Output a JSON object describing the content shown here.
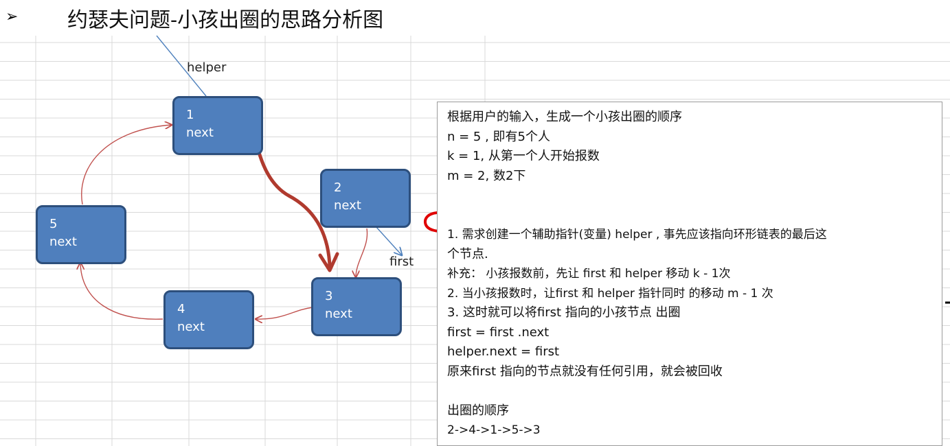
{
  "heading": {
    "bullet": "➢",
    "title": "约瑟夫问题-小孩出圈的思路分析图"
  },
  "nodes": [
    {
      "id": "1",
      "next": "next"
    },
    {
      "id": "2",
      "next": "next"
    },
    {
      "id": "3",
      "next": "next"
    },
    {
      "id": "4",
      "next": "next"
    },
    {
      "id": "5",
      "next": "next"
    }
  ],
  "pointers": {
    "helper": "helper",
    "first": "first"
  },
  "notes": {
    "lines": [
      "根据用户的输入，生成一个小孩出圈的顺序",
      "n = 5 , 即有5个人",
      "k = 1, 从第一个人开始报数",
      "m = 2, 数2下",
      "",
      "",
      "1. 需求创建一个辅助指针(变量) helper , 事先应该指向环形链表的最后这",
      "个节点.",
      "补充： 小孩报数前，先让 first 和 helper 移动 k - 1次",
      "2. 当小孩报数时，让first 和 helper 指针同时 的移动  m  - 1 次",
      "3. 这时就可以将first 指向的小孩节点 出圈",
      "first = first .next",
      "helper.next = first",
      "原来first 指向的节点就没有任何引用，就会被回收",
      "",
      "出圈的顺序",
      "2->4->1->5->3"
    ]
  },
  "colors": {
    "node_fill": "#4f7fbd",
    "node_border": "#2d4f7c",
    "link_arrow": "#c0504d",
    "move_arrow": "#b03a2e",
    "pointer_line": "#4f81bd",
    "annotation_red": "#e00000",
    "grid": "#d9d9d9"
  }
}
